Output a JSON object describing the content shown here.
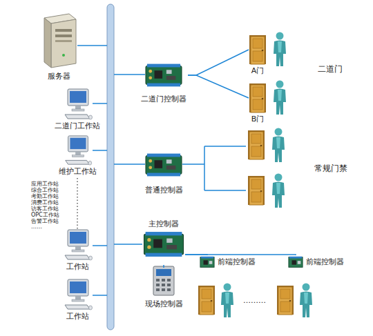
{
  "diagram": {
    "nodes": [
      {
        "text": [
          "服务器"
        ]
      },
      {
        "text": [
          "二道门控制器"
        ]
      },
      {
        "text": [
          "A门"
        ]
      },
      {
        "text": [
          "B门"
        ]
      },
      {
        "text": [
          "二道门工作站"
        ]
      },
      {
        "text": [
          "普通控制器"
        ]
      },
      {
        "text": [
          "维护工作站"
        ]
      },
      {
        "text": [
          "主控制器"
        ]
      },
      {
        "text": [
          "前端控制器"
        ]
      },
      {
        "text": [
          "前端控制器"
        ]
      },
      {
        "text": [
          "现场控制器"
        ]
      },
      {
        "text": [
          "工作站"
        ]
      },
      {
        "text": [
          "工作站"
        ]
      }
    ],
    "edges": [
      {
        "from": 1,
        "to": 2,
        "arrow": "none"
      },
      {
        "from": 1,
        "to": 3,
        "arrow": "none"
      },
      {
        "from": 7,
        "to": 8,
        "arrow": "none"
      },
      {
        "from": 7,
        "to": 9,
        "arrow": "none"
      },
      {
        "from": 7,
        "to": 10,
        "arrow": "none"
      }
    ],
    "labels": [
      "二道门",
      "常规门禁",
      "应用工作站",
      "综合工作站",
      "考勤工作站",
      "消费工作站",
      "访客工作站",
      "OPC工作站",
      "告警工作站",
      "……",
      "………"
    ]
  }
}
